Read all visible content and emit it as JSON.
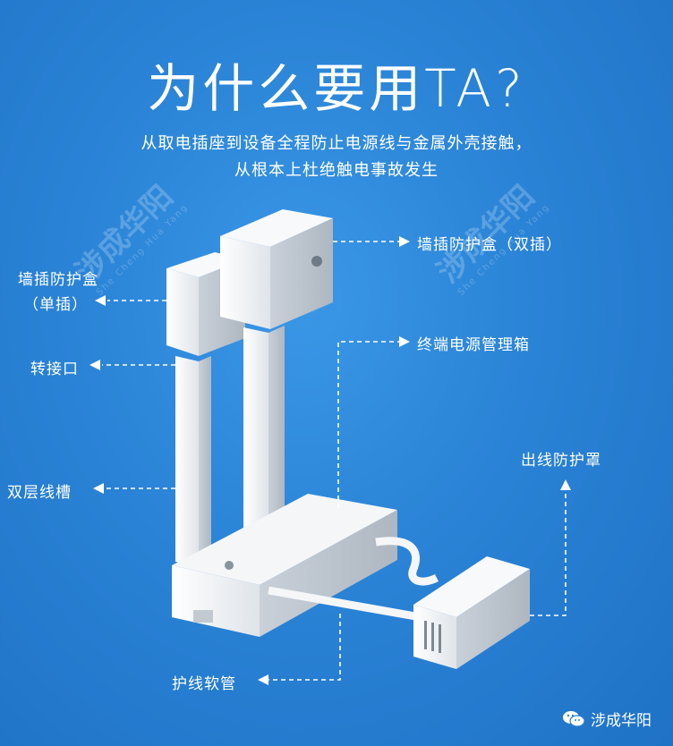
{
  "title": "为什么要用TA?",
  "subtitle_line1": "从取电插座到设备全程防止电源线与金属外壳接触，",
  "subtitle_line2": "从根本上杜绝触电事故发生",
  "labels": {
    "double_box": "墙插防护盒（双插）",
    "single_box_1": "墙插防护盒",
    "single_box_2": "（单插）",
    "adapter": "转接口",
    "terminal_box": "终端电源管理箱",
    "outlet_cover": "出线防护罩",
    "double_trunking": "双层线槽",
    "soft_tube": "护线软管"
  },
  "watermark": {
    "text": "涉成华阳",
    "subtext": "She Cheng Hua Yang"
  },
  "credit": {
    "text": "涉成华阳",
    "icon": "wechat-icon"
  },
  "colors": {
    "background": "#2a83d6",
    "line": "#ffffff",
    "product": "#eef1f4"
  }
}
